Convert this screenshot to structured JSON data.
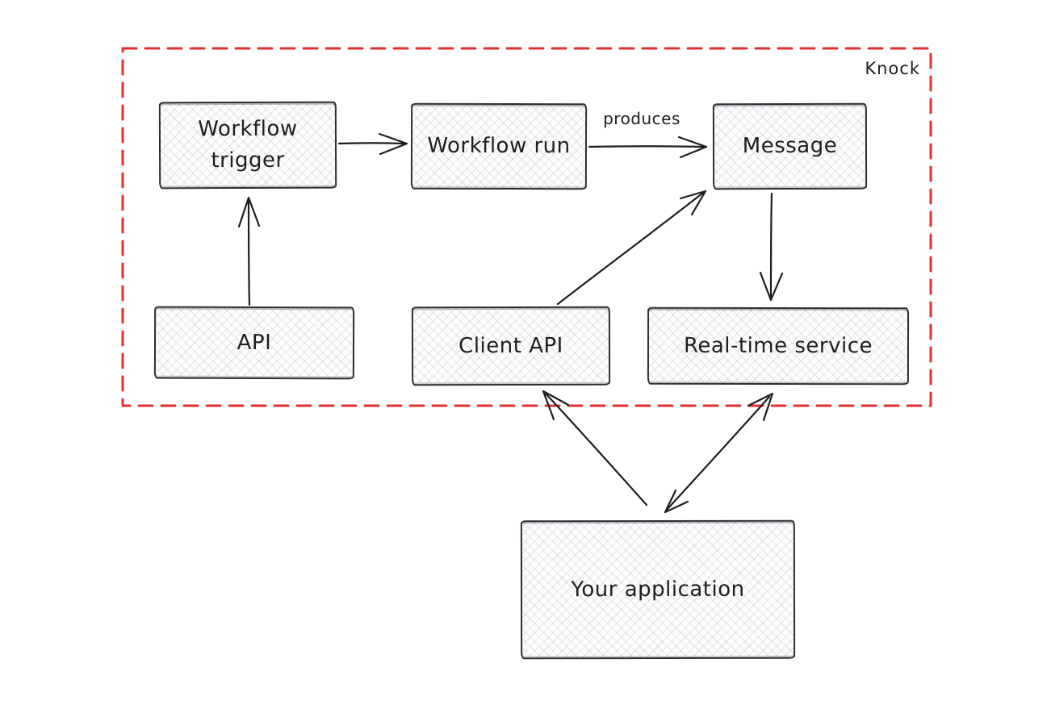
{
  "diagram": {
    "boundary": {
      "label": "Knock"
    },
    "nodes": {
      "workflow_trigger": {
        "label": "Workflow trigger"
      },
      "workflow_run": {
        "label": "Workflow run"
      },
      "message": {
        "label": "Message"
      },
      "api": {
        "label": "API"
      },
      "client_api": {
        "label": "Client API"
      },
      "realtime_service": {
        "label": "Real-time service"
      },
      "your_application": {
        "label": "Your application"
      }
    },
    "edges": [
      {
        "from": "api",
        "to": "workflow_trigger",
        "direction": "single",
        "label": ""
      },
      {
        "from": "workflow_trigger",
        "to": "workflow_run",
        "direction": "single",
        "label": ""
      },
      {
        "from": "workflow_run",
        "to": "message",
        "direction": "single",
        "label": "produces"
      },
      {
        "from": "client_api",
        "to": "message",
        "direction": "single",
        "label": ""
      },
      {
        "from": "message",
        "to": "realtime_service",
        "direction": "single",
        "label": ""
      },
      {
        "from": "your_application",
        "to": "client_api",
        "direction": "single",
        "label": ""
      },
      {
        "from": "your_application",
        "to": "realtime_service",
        "direction": "double",
        "label": ""
      }
    ],
    "colors": {
      "boundary": "#e03131",
      "stroke": "#1e1e1e",
      "text": "#1e1e1e"
    }
  }
}
